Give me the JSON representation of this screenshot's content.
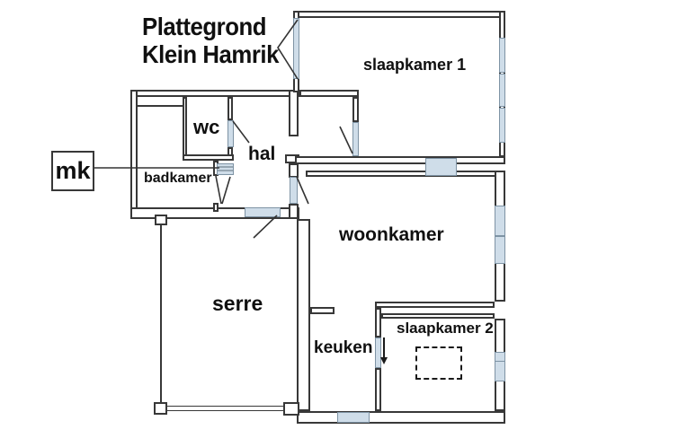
{
  "title": {
    "line1": "Plattegrond",
    "line2": "Klein Hamrik"
  },
  "rooms": {
    "slaapkamer1": "slaapkamer 1",
    "wc": "wc",
    "hal": "hal",
    "badkamer": "badkamer",
    "serre": "serre",
    "woonkamer": "woonkamer",
    "keuken": "keuken",
    "slaapkamer2": "slaapkamer 2"
  },
  "annotations": {
    "mk": "mk"
  },
  "colors": {
    "wall": "#383838",
    "window_fill": "#cfdde9",
    "window_border": "#7e93a4",
    "text": "#101010",
    "background": "#ffffff"
  }
}
